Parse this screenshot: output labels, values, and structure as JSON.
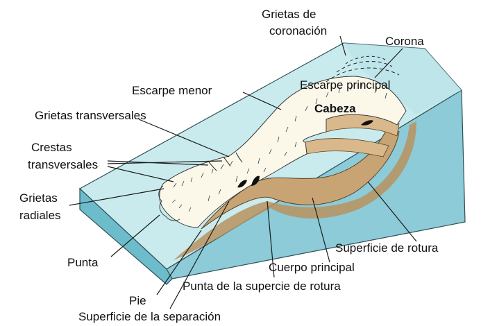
{
  "diagram": {
    "labels": {
      "grietas_coronacion_1": "Grietas de",
      "grietas_coronacion_2": "coronación",
      "corona": "Corona",
      "escarpe_menor": "Escarpe menor",
      "escarpe_principal": "Escarpe principal",
      "cabeza": "Cabeza",
      "grietas_transversales": "Grietas transversales",
      "crestas_1": "Crestas",
      "crestas_2": "transversales",
      "grietas_radiales_1": "Grietas",
      "grietas_radiales_2": "radiales",
      "punta": "Punta",
      "superficie_rotura": "Superficie de rotura",
      "cuerpo_principal": "Cuerpo principal",
      "punta_supercie_rotura": "Punta de la supercie de rotura",
      "pie": "Pie",
      "superficie_separacion": "Superficie de la separación"
    },
    "colors": {
      "surface_top": "#c9ebee",
      "block_front": "#8ccbd7",
      "block_side": "#5fb3c4",
      "slide_mass": "#fbf8ea",
      "rupture_surface": "#c8a474",
      "rupture_band": "#d9b98c",
      "edge": "#2f4f55"
    }
  }
}
